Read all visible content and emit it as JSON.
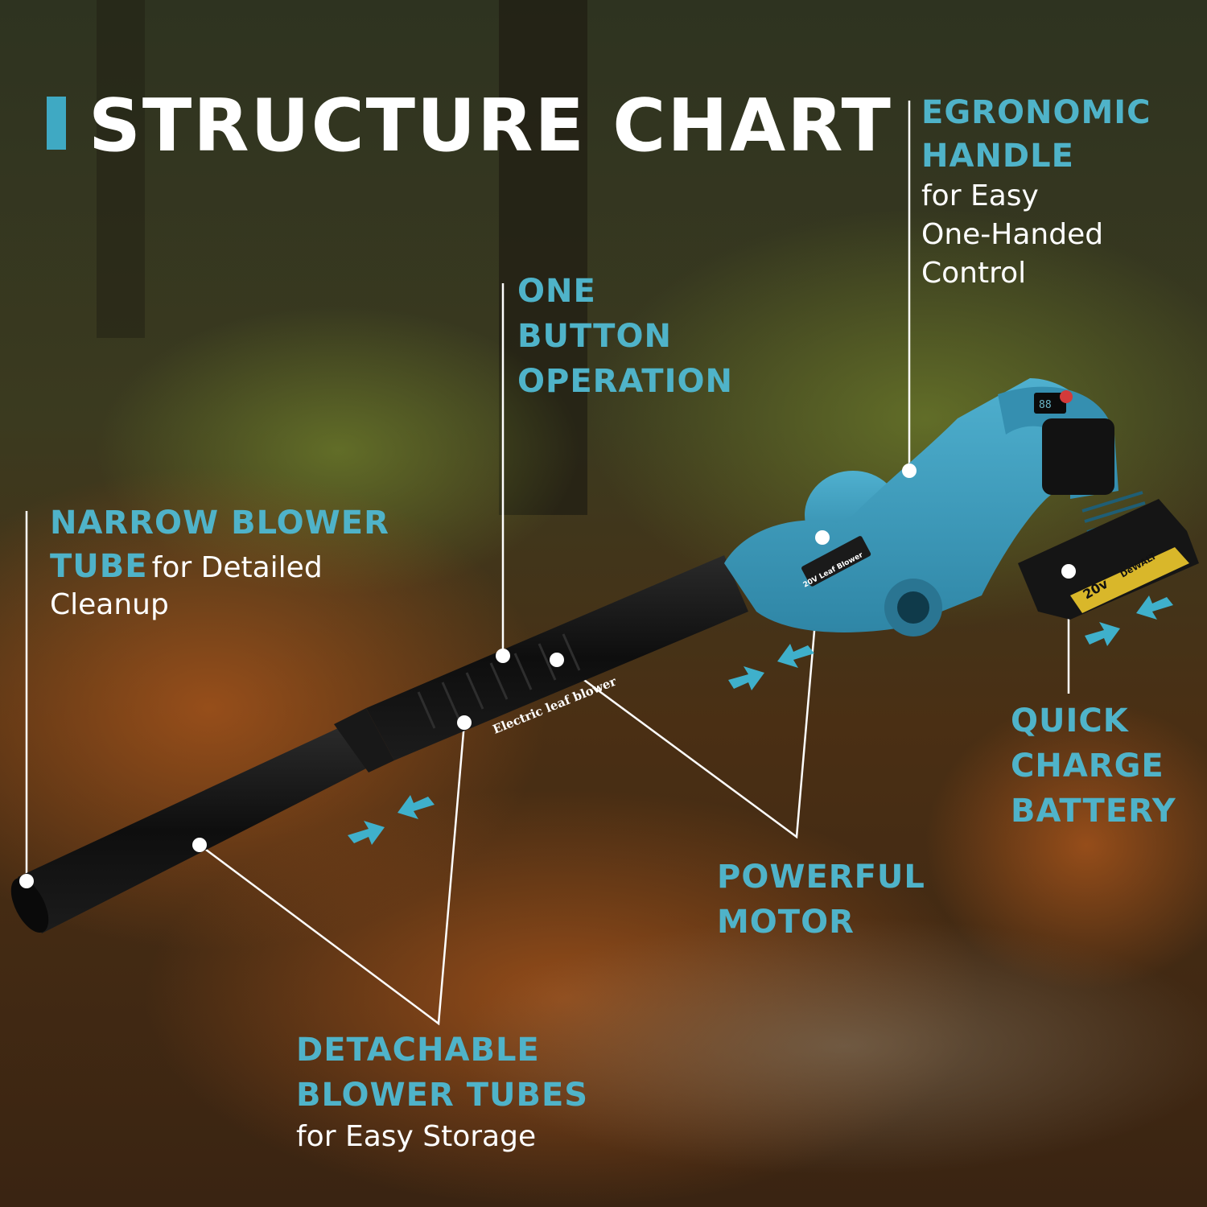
{
  "title": "STRUCTURE CHART",
  "colors": {
    "accent": "#4fb3c9",
    "text": "#ffffff",
    "blower_body": "#3f9bba",
    "tube": "#121212"
  },
  "callouts": {
    "handle": {
      "heading1": "EGRONOMIC",
      "heading2": "HANDLE",
      "line1": "for Easy",
      "line2": "One-Handed",
      "line3": "Control"
    },
    "button": {
      "heading1": "ONE",
      "heading2": "BUTTON",
      "heading3": "OPERATION"
    },
    "narrow": {
      "heading1": "NARROW BLOWER",
      "heading2": "TUBE",
      "inline": "for Detailed",
      "line2": "Cleanup"
    },
    "battery": {
      "heading1": "QUICK",
      "heading2": "CHARGE",
      "heading3": "BATTERY"
    },
    "motor": {
      "heading1": "POWERFUL",
      "heading2": "MOTOR"
    },
    "tubes": {
      "heading1": "DETACHABLE",
      "heading2": "BLOWER TUBES",
      "line1": "for Easy Storage"
    }
  },
  "product": {
    "tube_print": "Electric leaf blower",
    "sticker": "20V Leaf Blower",
    "battery_voltage": "20v",
    "battery_brand": "DeWALT"
  },
  "icons": [
    "arrow-pair-icon",
    "callout-dot-icon"
  ]
}
